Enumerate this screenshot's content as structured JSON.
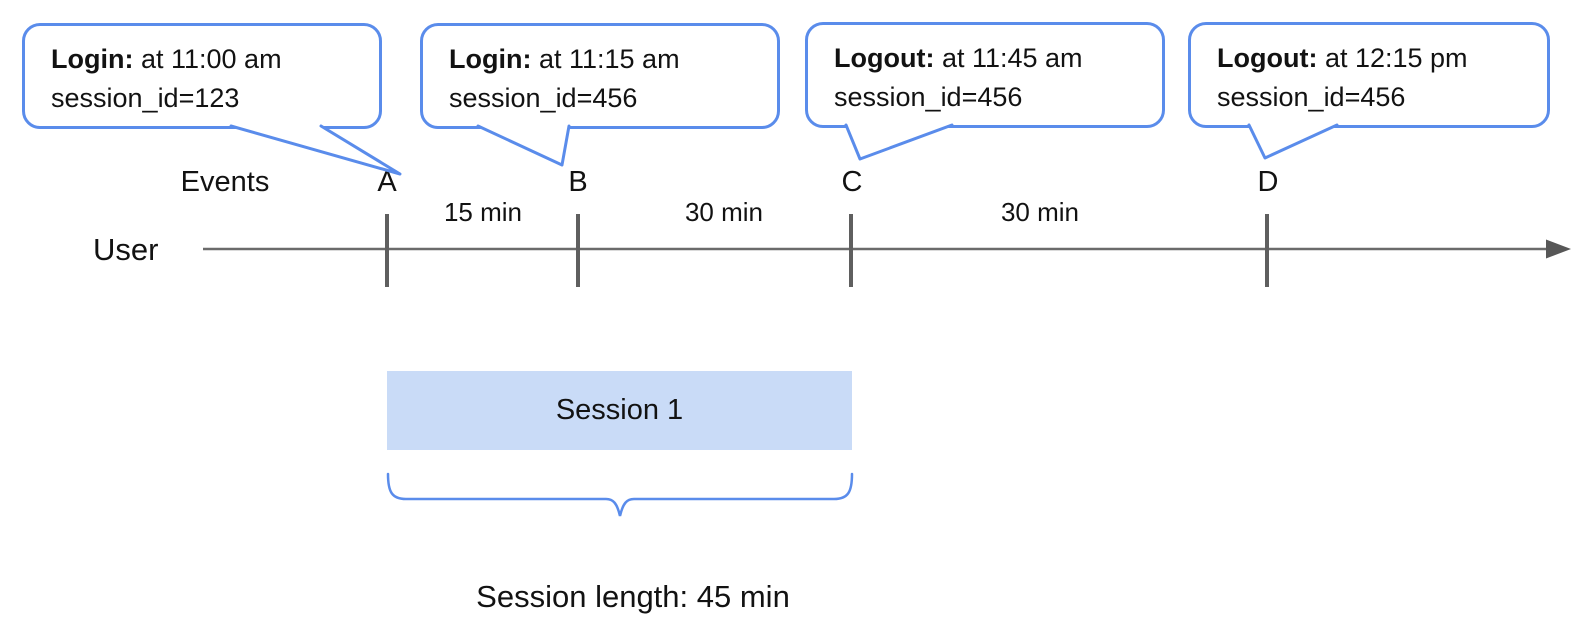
{
  "colors": {
    "accent_blue": "#5a8ceb",
    "session_fill": "#c9dbf7",
    "timeline_gray": "#6b6b6b",
    "tick_gray": "#5f5f5f",
    "text": "#121212",
    "bubble_bg": "#ffffff"
  },
  "callouts": [
    {
      "points_to": "A",
      "bold": "Login:",
      "rest": " at 11:00 am",
      "line2": "session_id=123"
    },
    {
      "points_to": "B",
      "bold": "Login:",
      "rest": " at 11:15 am",
      "line2": "session_id=456"
    },
    {
      "points_to": "C",
      "bold": "Logout:",
      "rest": " at 11:45 am",
      "line2": "session_id=456"
    },
    {
      "points_to": "D",
      "bold": "Logout:",
      "rest": " at 12:15 pm",
      "line2": "session_id=456"
    }
  ],
  "timeline": {
    "row_label": "User",
    "events_label": "Events",
    "letters": [
      "A",
      "B",
      "C",
      "D"
    ],
    "intervals": [
      "15 min",
      "30 min",
      "30 min"
    ]
  },
  "session": {
    "box_label": "Session 1",
    "length_caption": "Session length: 45 min"
  }
}
